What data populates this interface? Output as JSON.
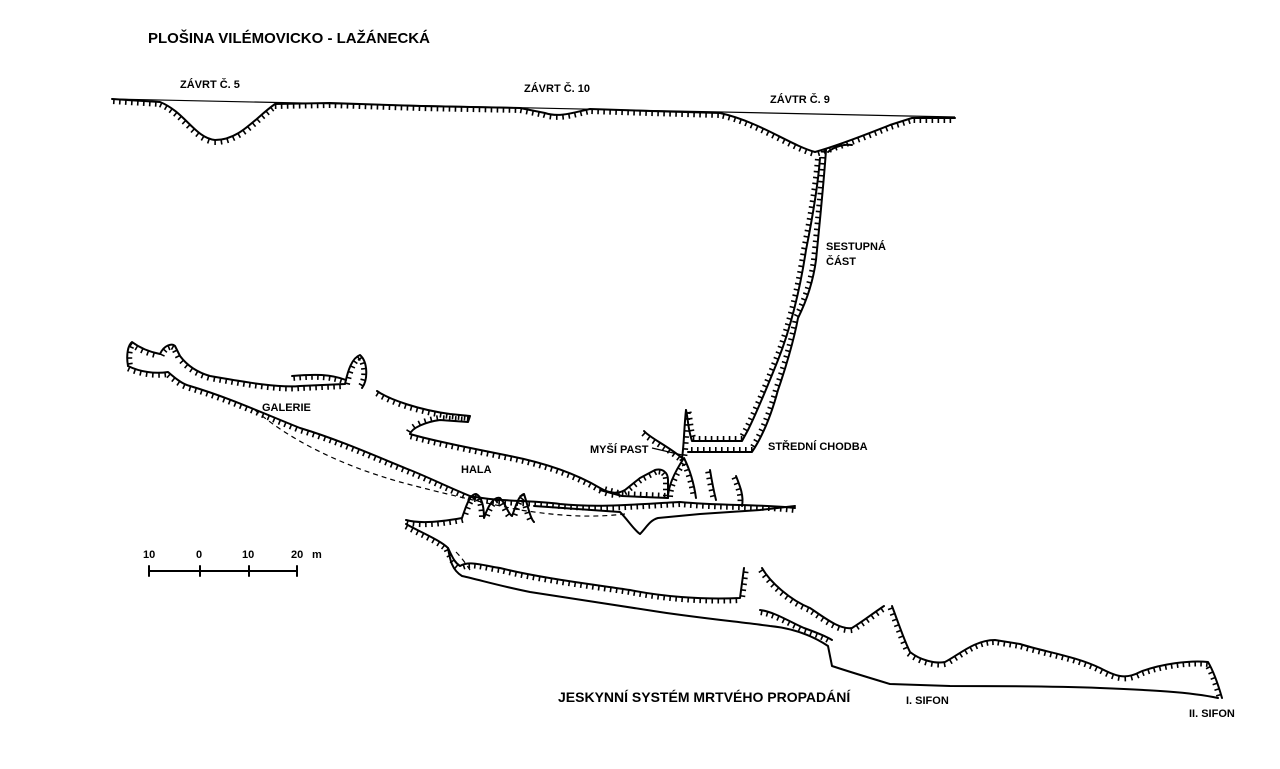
{
  "title": "PLOŠINA VILÉMOVICKO - LAŽÁNECKÁ",
  "labels": {
    "zavrt5": "ZÁVRT Č. 5",
    "zavrt10": "ZÁVRT Č. 10",
    "zavrt9": "ZÁVTR Č. 9",
    "sestupna1": "SESTUPNÁ",
    "sestupna2": "ČÁST",
    "galerie": "GALERIE",
    "hala": "HALA",
    "mysi_past": "MYŠÍ PAST",
    "stredni_chodba": "STŘEDNÍ CHODBA",
    "system": "JESKYNNÍ SYSTÉM MRTVÉHO PROPADÁNÍ",
    "sifon1": "I. SIFON",
    "sifon2": "II. SIFON"
  },
  "scale": {
    "ticks": [
      "10",
      "0",
      "10",
      "20"
    ],
    "unit": "m"
  }
}
